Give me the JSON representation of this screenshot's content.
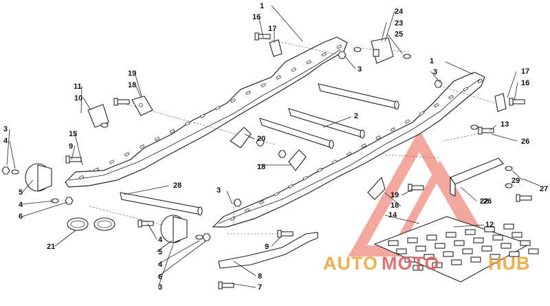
{
  "diagram": {
    "type": "exploded-parts-view",
    "callouts": [
      "1",
      "16",
      "17",
      "24",
      "23",
      "25",
      "3",
      "1",
      "3",
      "17",
      "16",
      "11",
      "10",
      "19",
      "18",
      "2",
      "15",
      "9",
      "13",
      "26",
      "20",
      "18",
      "3",
      "4",
      "5",
      "4",
      "6",
      "28",
      "3",
      "26",
      "29",
      "27",
      "19",
      "18",
      "22",
      "12",
      "14",
      "21",
      "4",
      "5",
      "4",
      "6",
      "3",
      "9",
      "8",
      "7"
    ]
  },
  "watermark": {
    "brand_part1": "AUTO",
    "brand_part2": "MOTO",
    "brand_part3": "HUB",
    "colors": {
      "red": "#e25656",
      "orange": "#f0a030",
      "triangle": "#f08a80"
    }
  }
}
